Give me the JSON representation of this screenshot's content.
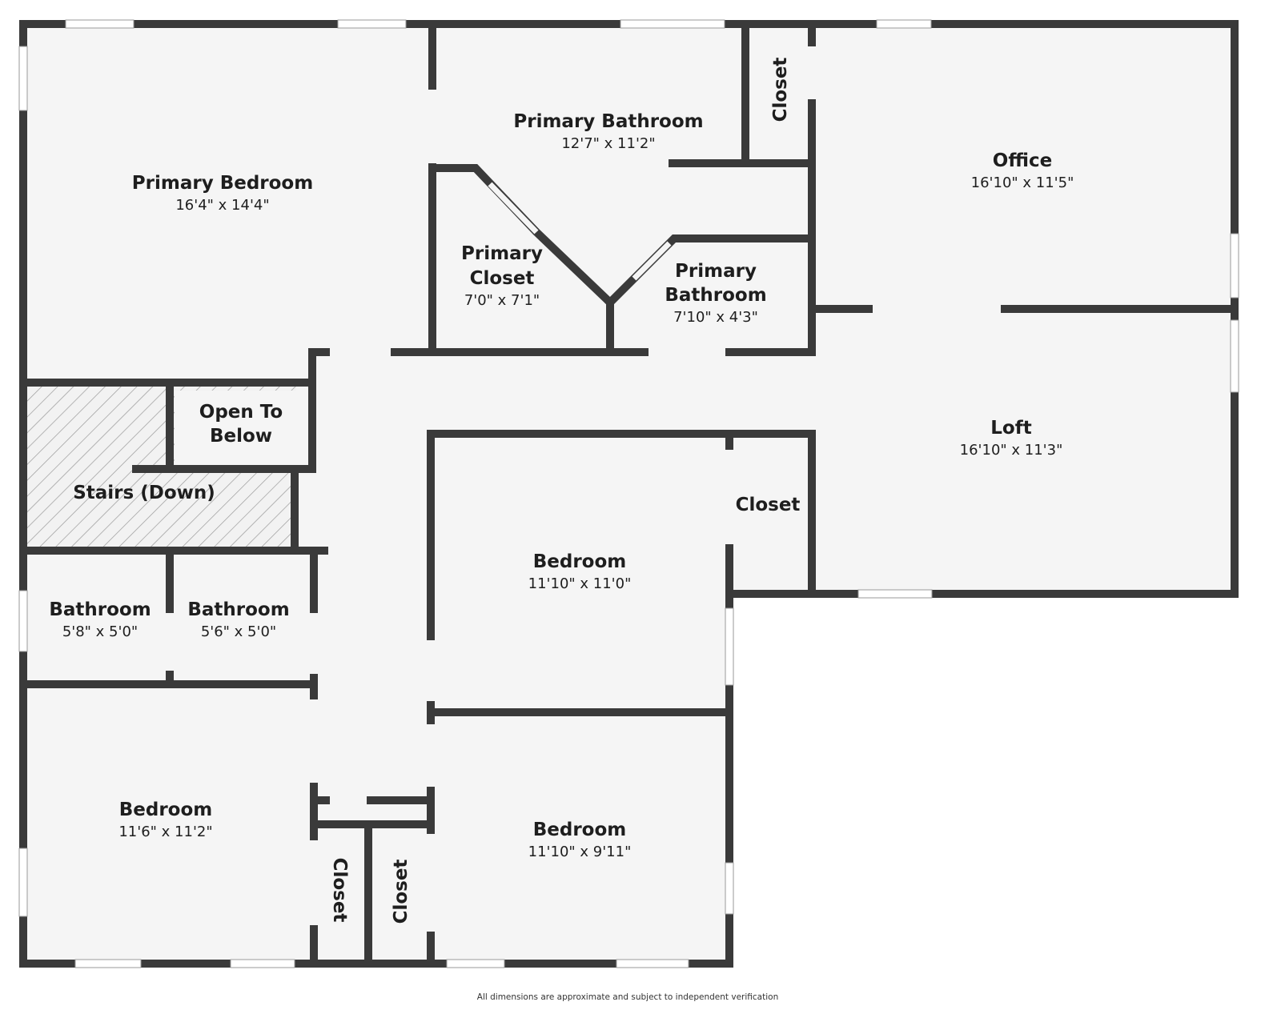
{
  "rooms": {
    "primary_bedroom": {
      "name": "Primary Bedroom",
      "dim": "16'4\" x 14'4\""
    },
    "primary_bathroom_main": {
      "name": "Primary Bathroom",
      "dim": "12'7\" x 11'2\""
    },
    "closet_top": {
      "name": "Closet"
    },
    "office": {
      "name": "Office",
      "dim": "16'10\" x 11'5\""
    },
    "primary_closet": {
      "name_line1": "Primary",
      "name_line2": "Closet",
      "dim": "7'0\" x 7'1\""
    },
    "primary_bathroom_small": {
      "name_line1": "Primary",
      "name_line2": "Bathroom",
      "dim": "7'10\" x 4'3\""
    },
    "open_to_below": {
      "name_line1": "Open To",
      "name_line2": "Below"
    },
    "stairs": {
      "name": "Stairs (Down)"
    },
    "loft": {
      "name": "Loft",
      "dim": "16'10\" x 11'3\""
    },
    "closet_mid": {
      "name": "Closet"
    },
    "bedroom_center": {
      "name": "Bedroom",
      "dim": "11'10\" x 11'0\""
    },
    "bathroom_left": {
      "name": "Bathroom",
      "dim": "5'8\" x 5'0\""
    },
    "bathroom_right": {
      "name": "Bathroom",
      "dim": "5'6\" x 5'0\""
    },
    "bedroom_bottom_left": {
      "name": "Bedroom",
      "dim": "11'6\" x 11'2\""
    },
    "closet_bottom_1": {
      "name": "Closet"
    },
    "closet_bottom_2": {
      "name": "Closet"
    },
    "bedroom_bottom_center": {
      "name": "Bedroom",
      "dim": "11'10\" x 9'11\""
    }
  },
  "footer": {
    "note": "All dimensions are approximate and subject to independent verification"
  },
  "colors": {
    "wall": "#3a3a3a",
    "floor": "#f5f5f5",
    "window": "#ffffff",
    "hatch": "#8a8a8a"
  }
}
